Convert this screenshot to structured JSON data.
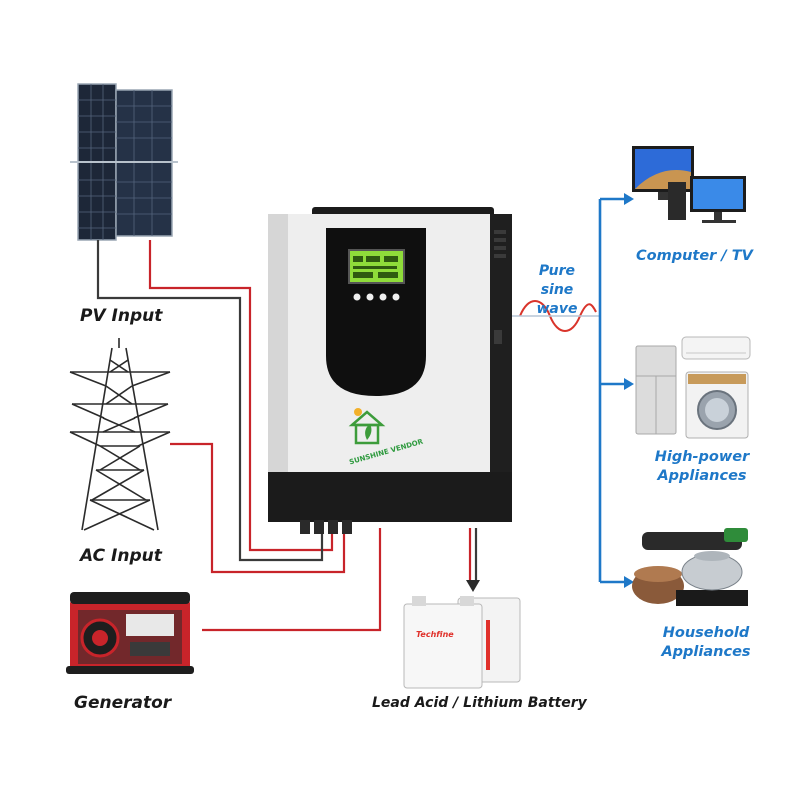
{
  "labels": {
    "pv_input": "PV Input",
    "ac_input": "AC Input",
    "generator": "Generator",
    "battery": "Lead Acid / Lithium Battery",
    "computer_tv": "Computer / TV",
    "high_power_line1": "High-power",
    "high_power_line2": "Appliances",
    "household_line1": "Household",
    "household_line2": "Appliances"
  },
  "wave_label": {
    "line1": "Pure",
    "line2": "sine wave"
  },
  "inverter": {
    "brand": "SUNSHINE VENDOR"
  },
  "battery_brand": "Techfine",
  "colors": {
    "wire_red": "#c8242a",
    "wire_black": "#3a3a3a",
    "output_blue": "#1e78c8",
    "label_blue": "#1e78c8",
    "wave_red": "#d9342b",
    "lcd_green": "#8fdc3a"
  }
}
